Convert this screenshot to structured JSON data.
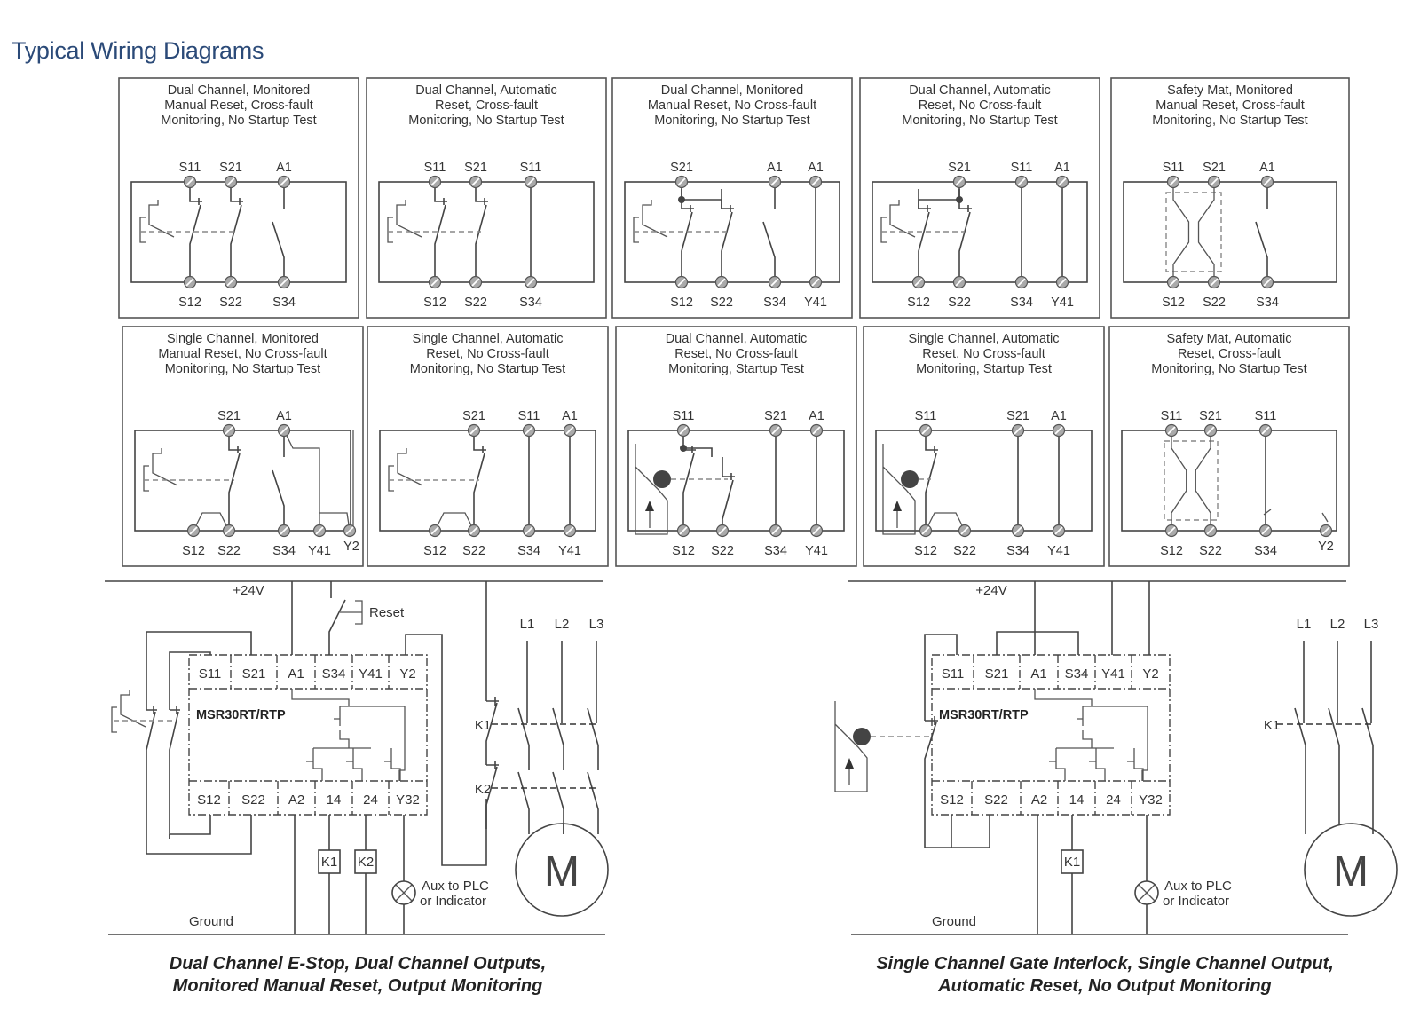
{
  "page": {
    "title": "Typical Wiring Diagrams",
    "accent_color": "#2b4a78"
  },
  "panels": [
    {
      "title": [
        "Dual Channel, Monitored",
        "Manual Reset, Cross-fault",
        "Monitoring, No Startup Test"
      ],
      "top_terminals": [
        "S11",
        "S21",
        "A1"
      ],
      "bottom_terminals": [
        "S12",
        "S22",
        "S34"
      ],
      "input": "e-stop-dual"
    },
    {
      "title": [
        "Dual Channel, Automatic",
        "Reset, Cross-fault",
        "Monitoring, No Startup Test"
      ],
      "top_terminals": [
        "S11",
        "S21",
        "S11"
      ],
      "bottom_terminals": [
        "S12",
        "S22",
        "S34"
      ],
      "input": "e-stop-dual"
    },
    {
      "title": [
        "Dual Channel, Monitored",
        "Manual Reset, No Cross-fault",
        "Monitoring, No Startup Test"
      ],
      "top_terminals": [
        "S21",
        "A1",
        "A1"
      ],
      "bottom_terminals": [
        "S12",
        "S22",
        "S34",
        "Y41"
      ],
      "input": "e-stop-dual-bridged"
    },
    {
      "title": [
        "Dual Channel, Automatic",
        "Reset, No Cross-fault",
        "Monitoring, No Startup Test"
      ],
      "top_terminals": [
        "S21",
        "S11",
        "A1"
      ],
      "bottom_terminals": [
        "S12",
        "S22",
        "S34",
        "Y41"
      ],
      "input": "e-stop-dual-bridged"
    },
    {
      "title": [
        "Safety Mat, Monitored",
        "Manual Reset, Cross-fault",
        "Monitoring, No Startup Test"
      ],
      "top_terminals": [
        "S11",
        "S21",
        "A1"
      ],
      "bottom_terminals": [
        "S12",
        "S22",
        "S34"
      ],
      "input": "safety-mat"
    },
    {
      "title": [
        "Single Channel, Monitored",
        "Manual Reset, No Cross-fault",
        "Monitoring, No Startup Test"
      ],
      "top_terminals": [
        "S21",
        "A1"
      ],
      "bottom_terminals": [
        "S12",
        "S22",
        "S34",
        "Y41",
        "Y2"
      ],
      "input": "e-stop-single"
    },
    {
      "title": [
        "Single Channel, Automatic",
        "Reset, No Cross-fault",
        "Monitoring, No Startup Test"
      ],
      "top_terminals": [
        "S21",
        "S11",
        "A1"
      ],
      "bottom_terminals": [
        "S12",
        "S22",
        "S34",
        "Y41"
      ],
      "input": "e-stop-single"
    },
    {
      "title": [
        "Dual Channel, Automatic",
        "Reset, No Cross-fault",
        "Monitoring, Startup Test"
      ],
      "top_terminals": [
        "S11",
        "S21",
        "A1"
      ],
      "bottom_terminals": [
        "S12",
        "S22",
        "S34",
        "Y41"
      ],
      "input": "gate-interlock-dual"
    },
    {
      "title": [
        "Single Channel, Automatic",
        "Reset, No Cross-fault",
        "Monitoring, Startup Test"
      ],
      "top_terminals": [
        "S11",
        "S21",
        "A1"
      ],
      "bottom_terminals": [
        "S12",
        "S22",
        "S34",
        "Y41"
      ],
      "input": "gate-interlock-single"
    },
    {
      "title": [
        "Safety Mat, Automatic",
        "Reset, Cross-fault",
        "Monitoring, No Startup Test"
      ],
      "top_terminals": [
        "S11",
        "S21",
        "S11"
      ],
      "bottom_terminals": [
        "S12",
        "S22",
        "S34",
        "Y2"
      ],
      "input": "safety-mat"
    }
  ],
  "schematics": [
    {
      "supply_label": "+24V",
      "ground_label": "Ground",
      "reset_label": "Reset",
      "relay_name": "MSR30RT/RTP",
      "relay_top_terminals": [
        "S11",
        "S21",
        "A1",
        "S34",
        "Y41",
        "Y2"
      ],
      "relay_bottom_terminals": [
        "S12",
        "S22",
        "A2",
        "14",
        "24",
        "Y32"
      ],
      "coils": [
        "K1",
        "K2"
      ],
      "contactors": [
        "K1",
        "K2"
      ],
      "phases": [
        "L1",
        "L2",
        "L3"
      ],
      "motor_label": "M",
      "indicator_label": [
        "Aux to PLC",
        "or Indicator"
      ],
      "caption": [
        "Dual Channel E-Stop, Dual Channel Outputs,",
        "Monitored Manual Reset, Output Monitoring"
      ]
    },
    {
      "supply_label": "+24V",
      "ground_label": "Ground",
      "relay_name": "MSR30RT/RTP",
      "relay_top_terminals": [
        "S11",
        "S21",
        "A1",
        "S34",
        "Y41",
        "Y2"
      ],
      "relay_bottom_terminals": [
        "S12",
        "S22",
        "A2",
        "14",
        "24",
        "Y32"
      ],
      "coils": [
        "K1"
      ],
      "contactors": [
        "K1"
      ],
      "phases": [
        "L1",
        "L2",
        "L3"
      ],
      "motor_label": "M",
      "indicator_label": [
        "Aux to PLC",
        "or Indicator"
      ],
      "caption": [
        "Single Channel Gate Interlock, Single Channel Output,",
        "Automatic Reset, No Output Monitoring"
      ]
    }
  ]
}
